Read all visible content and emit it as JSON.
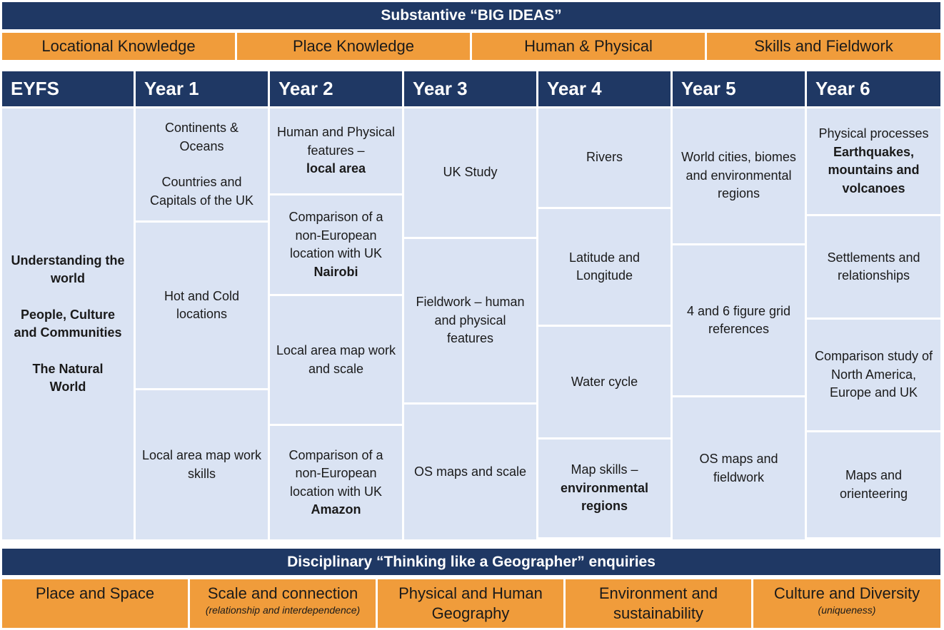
{
  "substantive_title": "Substantive “BIG IDEAS”",
  "big_ideas": [
    "Locational Knowledge",
    "Place Knowledge",
    "Human & Physical",
    "Skills and Fieldwork"
  ],
  "years": [
    "EYFS",
    "Year 1",
    "Year 2",
    "Year 3",
    "Year 4",
    "Year 5",
    "Year 6"
  ],
  "eyfs": {
    "line1": "Understanding the world",
    "line2": "People, Culture and Communities",
    "line3": "The Natural World"
  },
  "year1": {
    "continents": "Continents & Oceans",
    "countries": "Countries and Capitals of the UK",
    "hot_cold": "Hot and Cold locations",
    "local_map": "Local area map work skills"
  },
  "year2": {
    "human_physical": "Human and Physical features –",
    "human_physical_bold": "local area",
    "comparison1": "Comparison of a non-European location with UK",
    "comparison1_bold": "Nairobi",
    "local_map": "Local area map work and scale",
    "comparison2": "Comparison of a non-European location with UK",
    "comparison2_bold": "Amazon"
  },
  "year3": {
    "uk_study": "UK Study",
    "fieldwork": "Fieldwork – human and physical features",
    "os_maps": "OS maps and scale"
  },
  "year4": {
    "rivers": "Rivers",
    "lat_long": "Latitude and Longitude",
    "water_cycle": "Water cycle",
    "map_skills": "Map skills –",
    "map_skills_bold": "environmental regions"
  },
  "year5": {
    "world_cities": "World cities, biomes and environmental regions",
    "grid_refs": "4 and 6 figure grid references",
    "os_fieldwork": "OS maps and fieldwork"
  },
  "year6": {
    "physical": "Physical processes",
    "physical_bold": "Earthquakes, mountains and volcanoes",
    "settlements": "Settlements and relationships",
    "comparison": "Comparison study of North America, Europe and UK",
    "maps": "Maps and orienteering"
  },
  "disciplinary_title": "Disciplinary “Thinking like a Geographer” enquiries",
  "enquiries": [
    {
      "label": "Place and Space",
      "sub": ""
    },
    {
      "label": "Scale and connection",
      "sub": "(relationship and interdependence)"
    },
    {
      "label": "Physical and Human Geography",
      "sub": ""
    },
    {
      "label": "Environment and sustainability",
      "sub": ""
    },
    {
      "label": "Culture and Diversity",
      "sub": "(uniqueness)"
    }
  ],
  "colors": {
    "navy": "#1f3864",
    "orange": "#f09c3b",
    "light_blue": "#dae3f3"
  }
}
